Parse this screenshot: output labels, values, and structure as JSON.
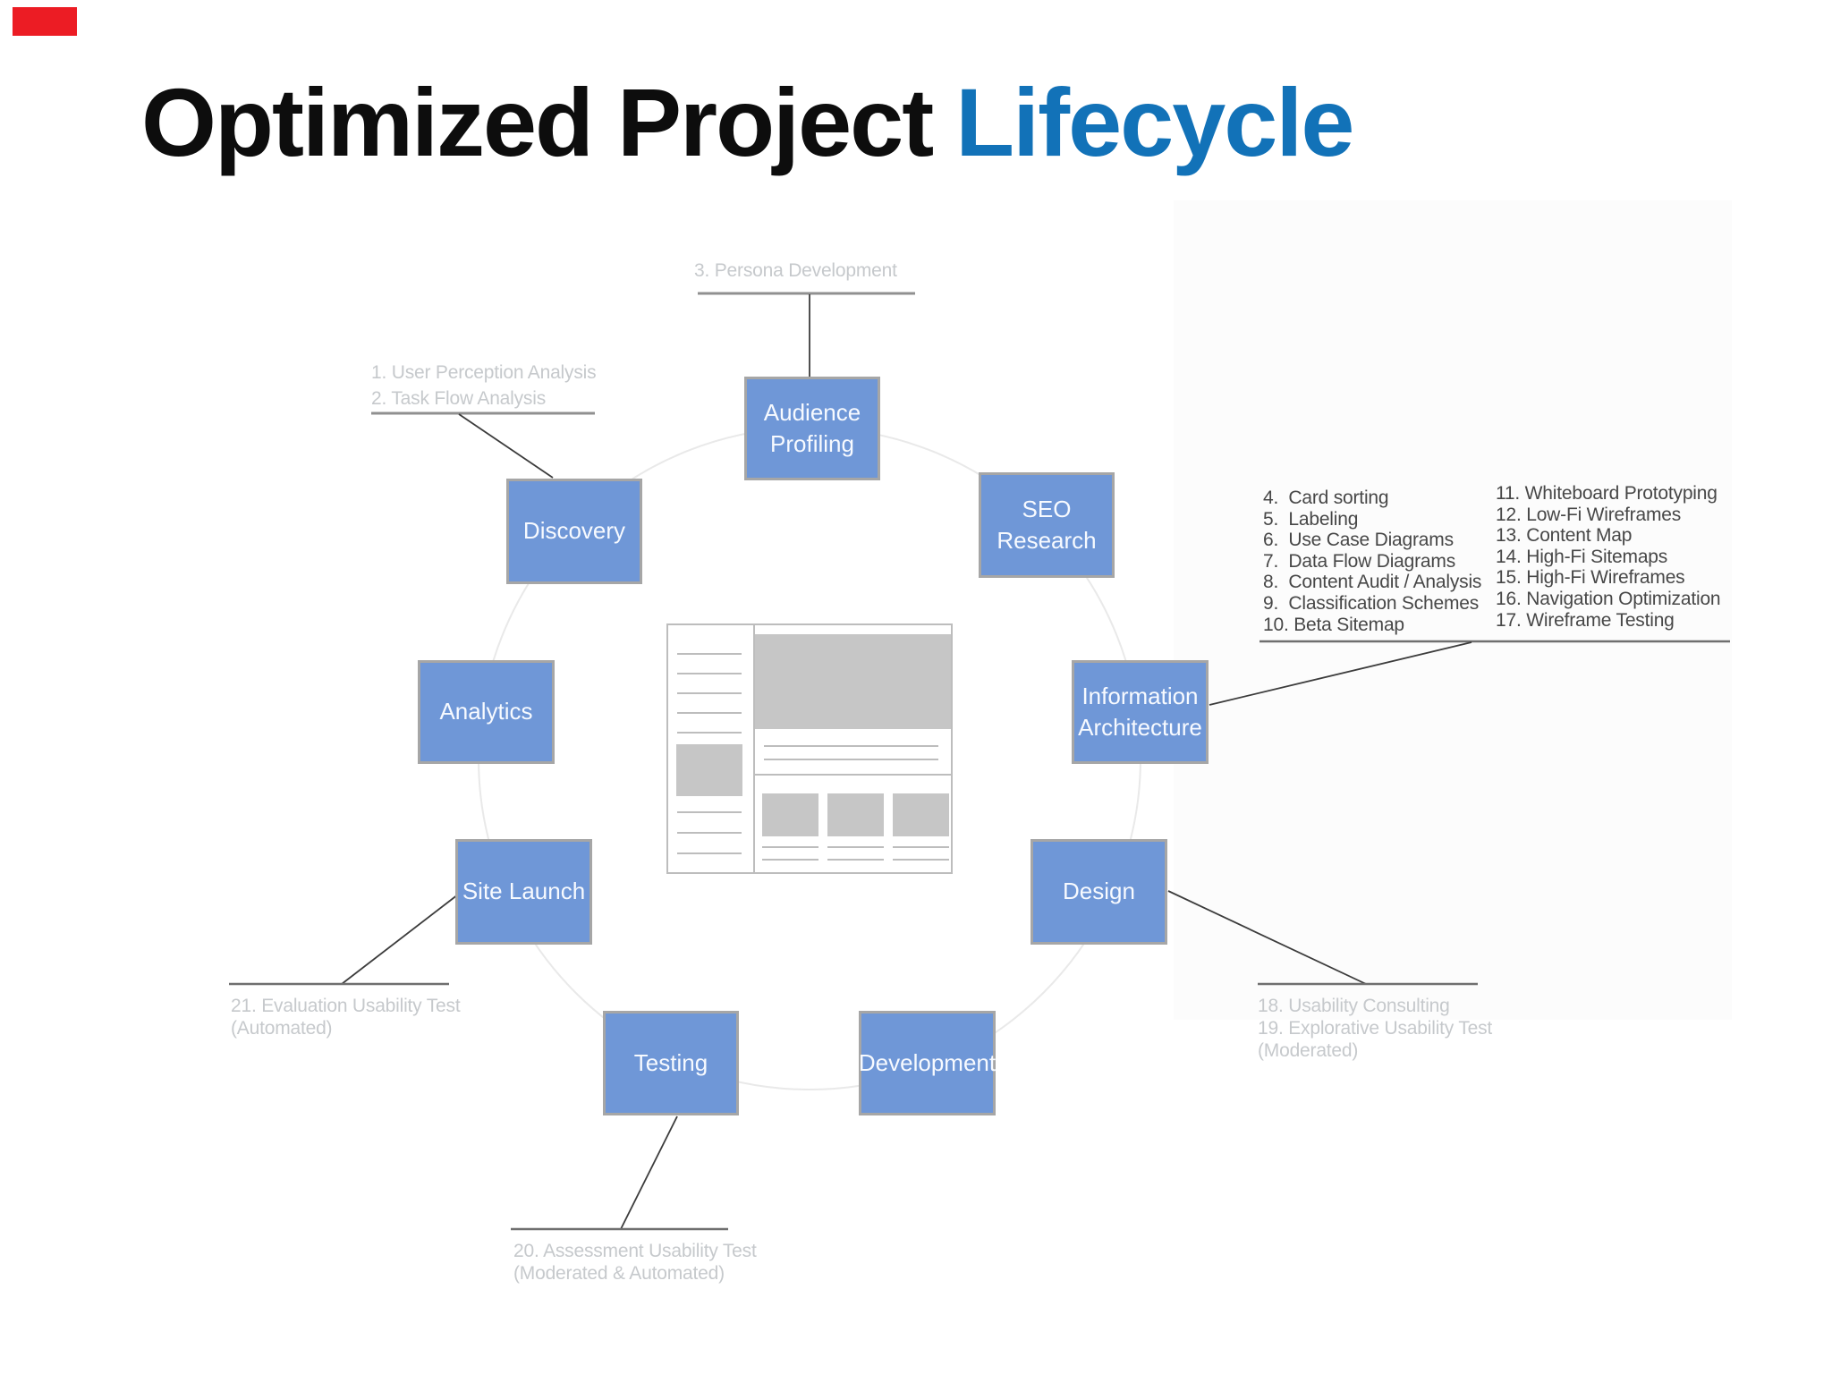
{
  "title": {
    "main": "Optimized Project",
    "accent": "Lifecycle"
  },
  "colors": {
    "accent_blue": "#1272B8",
    "title_black": "#0d0d0d",
    "box_fill": "#6F97D7",
    "box_border": "#A6A6A6",
    "box_text": "#F7FAFF",
    "annotation_gray": "#C6C9CC",
    "list_text": "#474747",
    "line_gray": "#909090",
    "line_dark": "#3C3C3C",
    "circle_gray": "#E9E9E9",
    "panel_bg": "#FCFCFC",
    "wireframe_fill": "#C6C6C6",
    "wireframe_border": "#BDBDBD",
    "indicator_red": "#EC1C24"
  },
  "diagram": {
    "phases": [
      {
        "label": "Audience Profiling"
      },
      {
        "label": "SEO Research"
      },
      {
        "label": "Information Architecture"
      },
      {
        "label": "Design"
      },
      {
        "label": "Development"
      },
      {
        "label": "Testing"
      },
      {
        "label": "Site Launch"
      },
      {
        "label": "Analytics"
      },
      {
        "label": "Discovery"
      }
    ]
  },
  "annotations": {
    "persona_development": {
      "label": "3. Persona Development"
    },
    "discovery_inputs": {
      "lines": [
        "1. User Perception Analysis",
        "2. Task Flow Analysis"
      ]
    },
    "information_architecture_deliverables": {
      "left": [
        "4.  Card sorting",
        "5.  Labeling",
        "6.  Use Case Diagrams",
        "7.  Data Flow Diagrams",
        "8.  Content Audit / Analysis",
        "9.  Classification Schemes",
        "10. Beta Sitemap"
      ],
      "right": [
        "11. Whiteboard Prototyping",
        "12. Low-Fi Wireframes",
        "13. Content Map",
        "14. High-Fi Sitemaps",
        "15. High-Fi Wireframes",
        "16. Navigation Optimization",
        "17. Wireframe Testing"
      ]
    },
    "design_deliverables": {
      "lines": [
        "18. Usability Consulting",
        "19. Explorative Usability Test",
        "(Moderated)"
      ]
    },
    "testing_deliverables": {
      "lines": [
        "20. Assessment Usability Test",
        "(Moderated & Automated)"
      ]
    },
    "site_launch_deliverables": {
      "lines": [
        "21. Evaluation Usability Test",
        "(Automated)"
      ]
    }
  }
}
